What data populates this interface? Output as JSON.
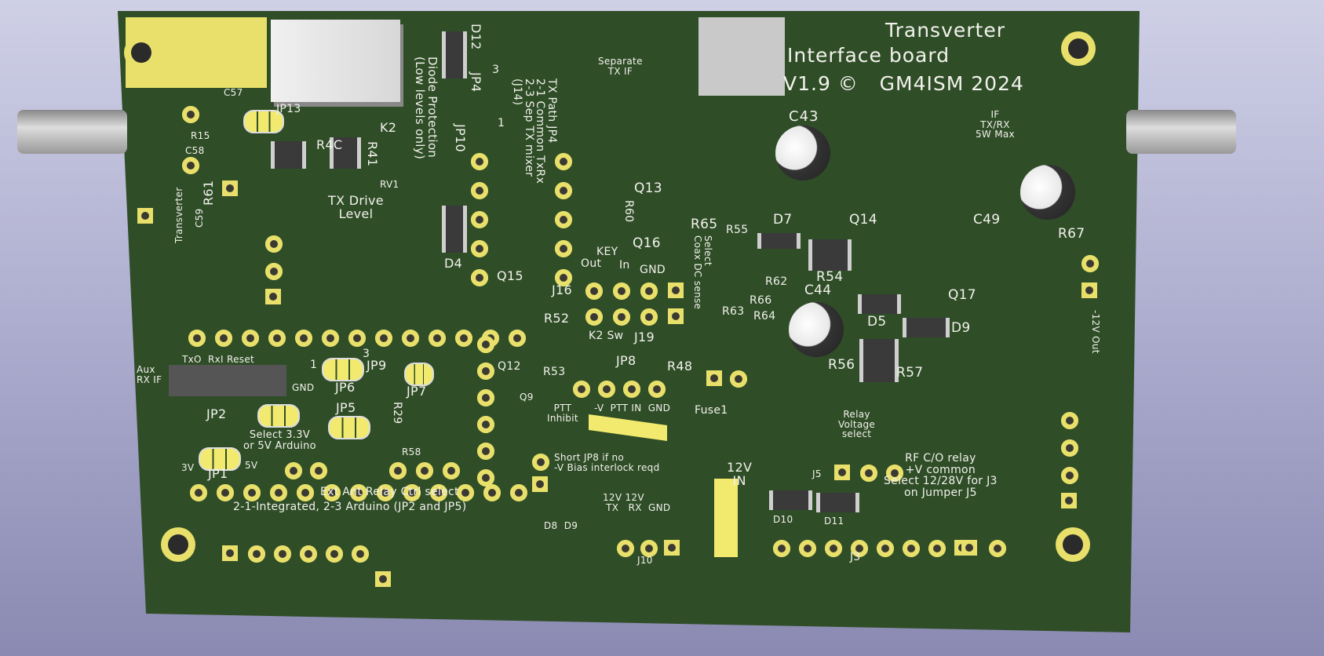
{
  "title": {
    "line1": "Transverter",
    "line2": "Interface board",
    "line3": "V1.9 ©   GM4ISM 2024"
  },
  "silk": {
    "separate_tx_if": "Separate\nTX IF",
    "if_txrx": "IF\nTX/RX\n5W Max",
    "c43": "C43",
    "c49": "C49",
    "r67": "R67",
    "c44": "C44",
    "d7": "D7",
    "q14": "Q14",
    "r65": "R65",
    "r55": "R55",
    "r62": "R62",
    "r54": "R54",
    "r66": "R66",
    "r63": "R63",
    "r64": "R64",
    "d5": "D5",
    "d9": "D9",
    "q17": "Q17",
    "r56": "R56",
    "r57": "R57",
    "q13": "Q13",
    "q16": "Q16",
    "r60": "R60",
    "key": "KEY",
    "in": "In",
    "gnd": "GND",
    "out": "Out",
    "j16": "J16",
    "r52": "R52",
    "k2sw": "K2 Sw",
    "j19": "J19",
    "jp8": "JP8",
    "r48": "R48",
    "q12": "Q12",
    "r53": "R53",
    "q9": "Q9",
    "ptt_inhibit": "PTT\nInhibit",
    "v_ptt_in_gnd": "-V  PTT IN  GND",
    "fuse1": "Fuse1",
    "relay_voltage": "Relay\nVoltage\nselect",
    "short_jp8": "Short JP8 if no\n-V Bias interlock reqd",
    "v12_in": "12V\nIN",
    "j5": "J5",
    "rf_co": "RF C/O relay\n+V common\nSelect 12/28V for J3\non Jumper J5",
    "d10": "D10",
    "d11": "D11",
    "txrxgnd": "12V 12V\n TX   RX  GND",
    "d8d9": "D8  D9",
    "j10": "J10",
    "j3": "J3",
    "ext_ant": "Ext Ant Relay Ctrl select",
    "integrated": "2-1-Integrated, 2-3 Arduino (JP2 and JP5)",
    "c57": "C57",
    "r15": "R15",
    "c58": "C58",
    "jp13": "JP13",
    "r4c": "R4C",
    "r41": "R41",
    "k2": "K2",
    "r61": "R61",
    "c59": "C59",
    "transverter": "Transverter",
    "tx_drive": "TX Drive\nLevel",
    "rv1": "RV1",
    "d12": "D12",
    "jp4": "JP4",
    "diode_prot": "Diode Protection\n(Low levels only)",
    "jp10": "JP10",
    "d4": "D4",
    "q15": "Q15",
    "tx_path": "TX Path JP4\n2-1 Common TxRx\n2-3 Sep TX mixer\n(J14)",
    "coax_dc": "Select\nCoax DC sense",
    "minus12v": "-12V Out",
    "aux_rx": "Aux\nRX IF",
    "txo_rxi": "TxO  RxI Reset",
    "gnd2": "GND",
    "jp9": "JP9",
    "jp6": "JP6",
    "jp7": "JP7",
    "jp2": "JP2",
    "jp5": "JP5",
    "r29": "R29",
    "r58": "R58",
    "select_33": "Select 3.3V\nor 5V Arduino",
    "jp1": "JP1",
    "v3": "3V",
    "v5": "5V",
    "one": "1",
    "three": "3",
    "jp4_3": "3",
    "jp4_1": "1"
  }
}
